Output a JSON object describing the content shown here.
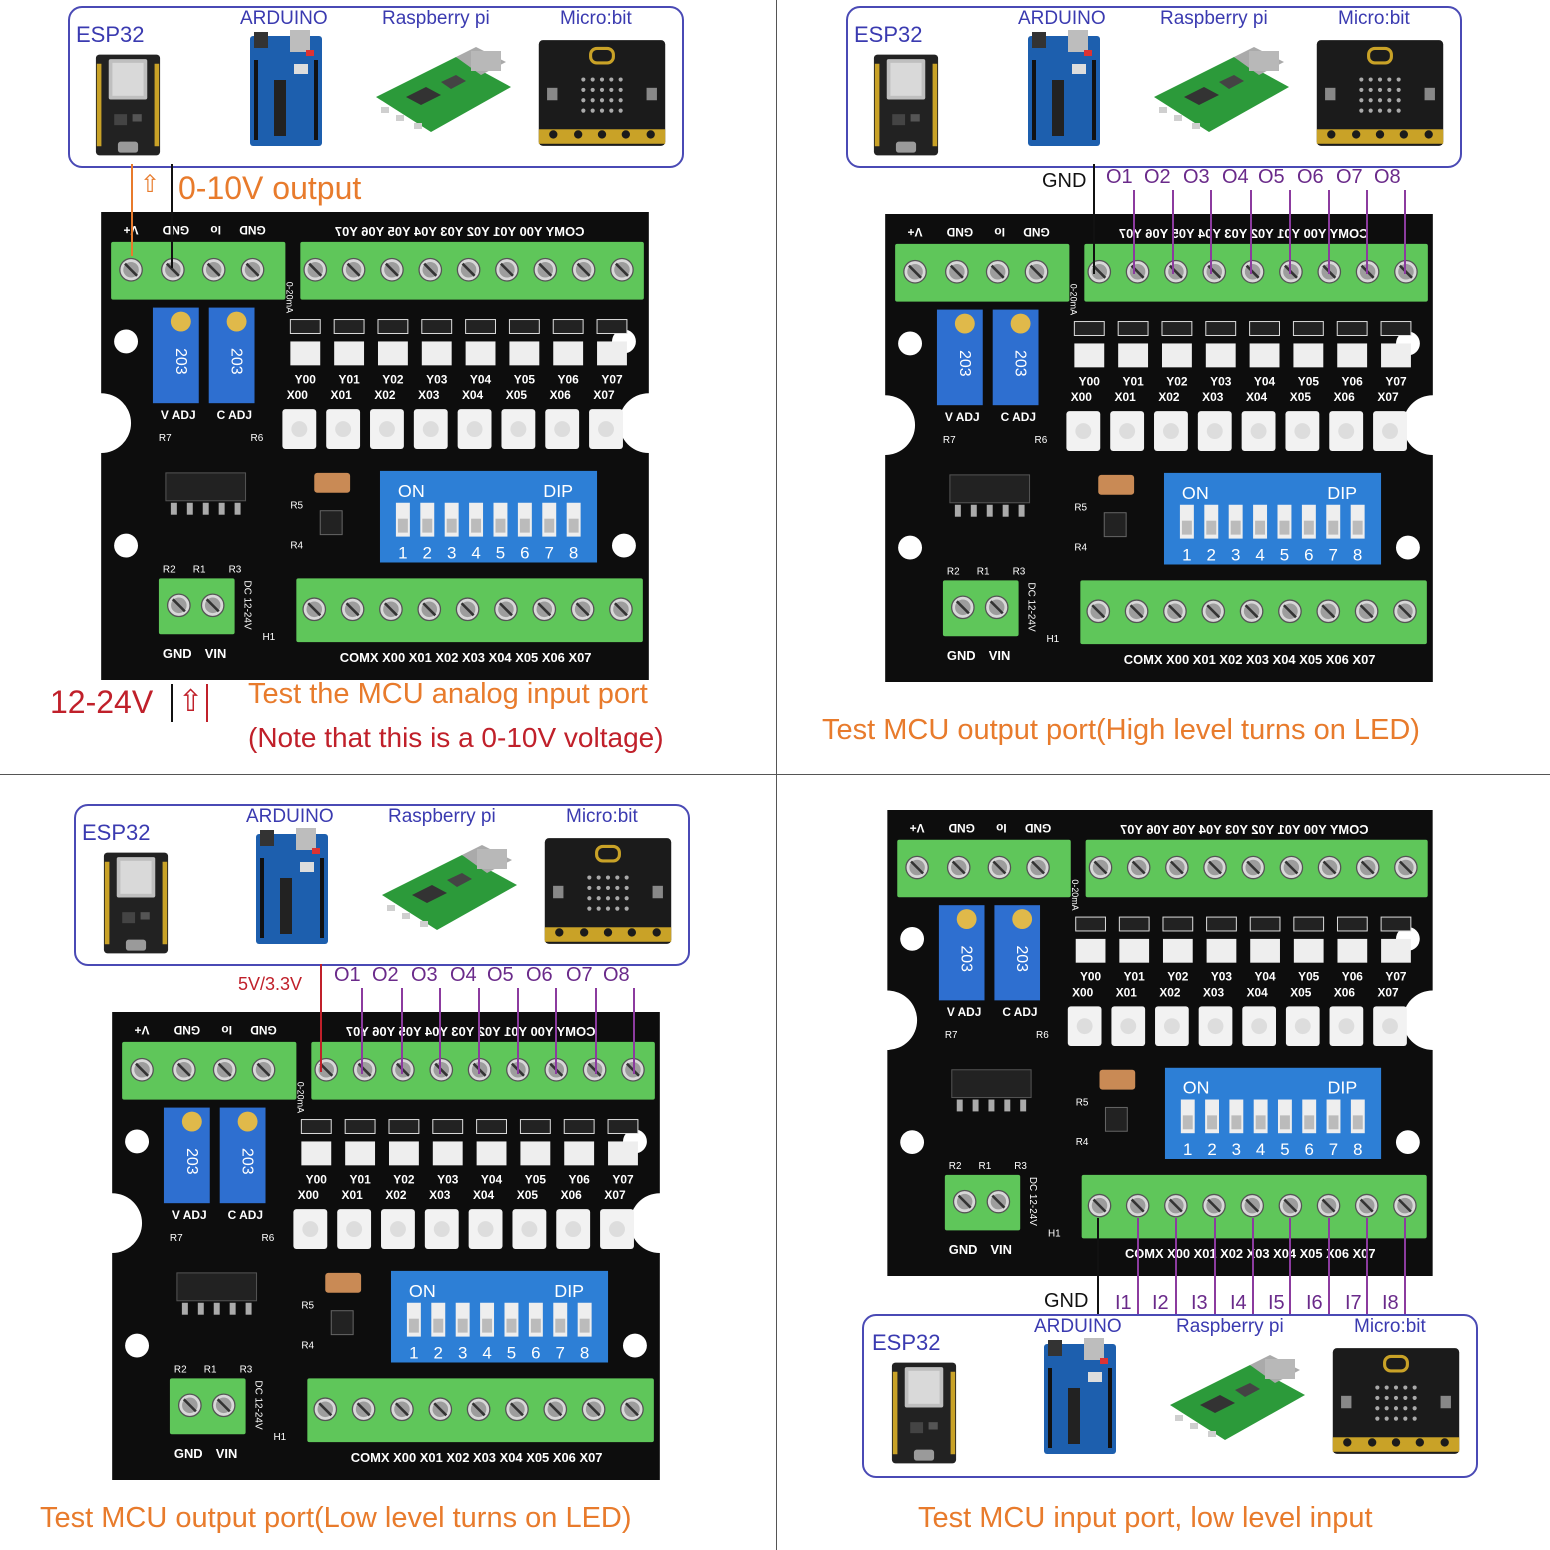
{
  "mcu": {
    "esp32": "ESP32",
    "arduino": "ARDUINO",
    "rpi": "Raspberry pi",
    "microbit": "Micro:bit"
  },
  "board": {
    "top_labels": [
      "V+",
      "GND",
      "Io",
      "GND"
    ],
    "top_y_labels": "COMY Y00 Y01 Y02 Y03 Y04 Y05 Y06 Y07",
    "side_label": "0-20mA",
    "y_leds": [
      "Y00",
      "Y01",
      "Y02",
      "Y03",
      "Y04",
      "Y05",
      "Y06",
      "Y07"
    ],
    "x_leds": [
      "X00",
      "X01",
      "X02",
      "X03",
      "X04",
      "X05",
      "X06",
      "X07"
    ],
    "adj": [
      "V ADJ",
      "C ADJ"
    ],
    "pot": "203",
    "dip_on": "ON",
    "dip_name": "DIP",
    "dip_nums": [
      "1",
      "2",
      "3",
      "4",
      "5",
      "6",
      "7",
      "8"
    ],
    "power_labels": [
      "GND",
      "VIN"
    ],
    "dc_label": "DC 12-24V",
    "bottom_labels": "COMX X00 X01 X02 X03 X04 X05 X06 X07",
    "r_labels": [
      "R7",
      "R6",
      "R5",
      "R4",
      "R3",
      "R2",
      "R1",
      "H1"
    ]
  },
  "q1": {
    "output_label": "0-10V output",
    "power_label": "12-24V",
    "caption1": "Test the MCU analog input port",
    "caption2": "(Note that this is a 0-10V voltage)"
  },
  "q2": {
    "gnd": "GND",
    "pins": [
      "O1",
      "O2",
      "O3",
      "O4",
      "O5",
      "O6",
      "O7",
      "O8"
    ],
    "caption": "Test MCU output port(High level turns on LED)"
  },
  "q3": {
    "supply": "5V/3.3V",
    "pins": [
      "O1",
      "O2",
      "O3",
      "O4",
      "O5",
      "O6",
      "O7",
      "O8"
    ],
    "caption": "Test MCU output port(Low level turns on LED)"
  },
  "q4": {
    "gnd": "GND",
    "pins": [
      "I1",
      "I2",
      "I3",
      "I4",
      "I5",
      "I6",
      "I7",
      "I8"
    ],
    "caption": "Test MCU input port, low level input"
  },
  "colors": {
    "pcb": "#0d0d0d",
    "terminal": "#5fc65a",
    "dip": "#2d7fd6",
    "pot": "#2e6fd0",
    "caption": "#e87b2c",
    "mcu_text": "#3a3ab0",
    "wire_pin": "#8c3b9f"
  }
}
